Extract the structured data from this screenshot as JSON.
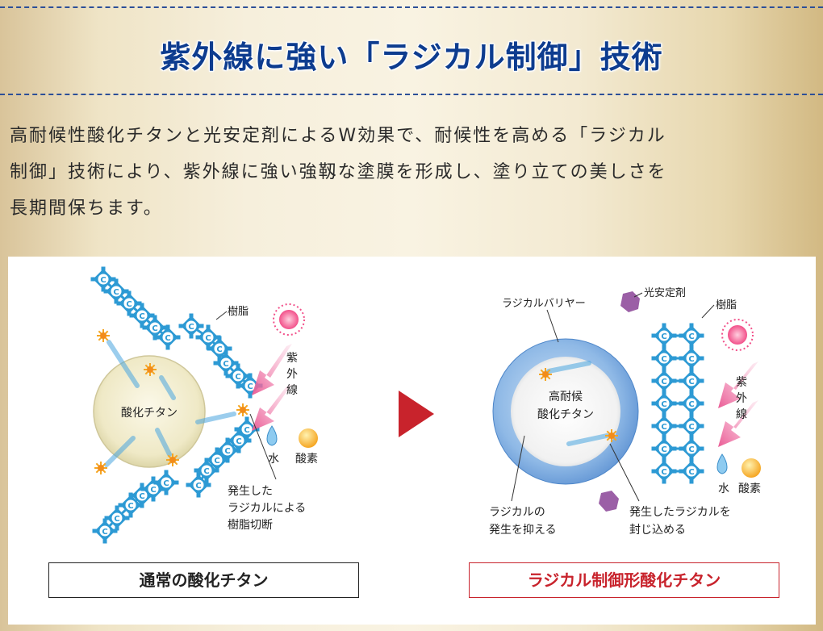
{
  "title": "紫外線に強い「ラジカル制御」技術",
  "description": {
    "lines": [
      "高耐候性酸化チタンと光安定剤によるW効果で、耐候性を高める「ラジカル",
      "制御」技術により、紫外線に強い強靱な塗膜を形成し、塗り立ての美しさを",
      "長期間保ちます。"
    ]
  },
  "left_diagram": {
    "center_label": "酸化チタン",
    "resin": "樹脂",
    "uv_chars": [
      "紫",
      "外",
      "線"
    ],
    "water": "水",
    "oxygen": "酸素",
    "note_lines": [
      "発生した",
      "ラジカルによる",
      "樹脂切断"
    ],
    "molecule_letter": "C",
    "caption": "通常の酸化チタン"
  },
  "right_diagram": {
    "center_line1": "高耐候",
    "center_line2": "酸化チタン",
    "barrier": "ラジカルバリヤー",
    "stabilizer": "光安定剤",
    "resin": "樹脂",
    "uv_chars": [
      "紫",
      "外",
      "線"
    ],
    "water": "水",
    "oxygen": "酸素",
    "suppress_lines": [
      "ラジカルの",
      "発生を抑える"
    ],
    "contain_lines": [
      "発生したラジカルを",
      "封じ込める"
    ],
    "caption": "ラジカル制御形酸化チタン"
  },
  "colors": {
    "title": "#0d3c8f",
    "molecule": "#2d9ad4",
    "arrow": "#c8232c",
    "caption_right": "#c8232c",
    "stabilizer": "#9b5fa6",
    "sun": "#f2508a"
  }
}
